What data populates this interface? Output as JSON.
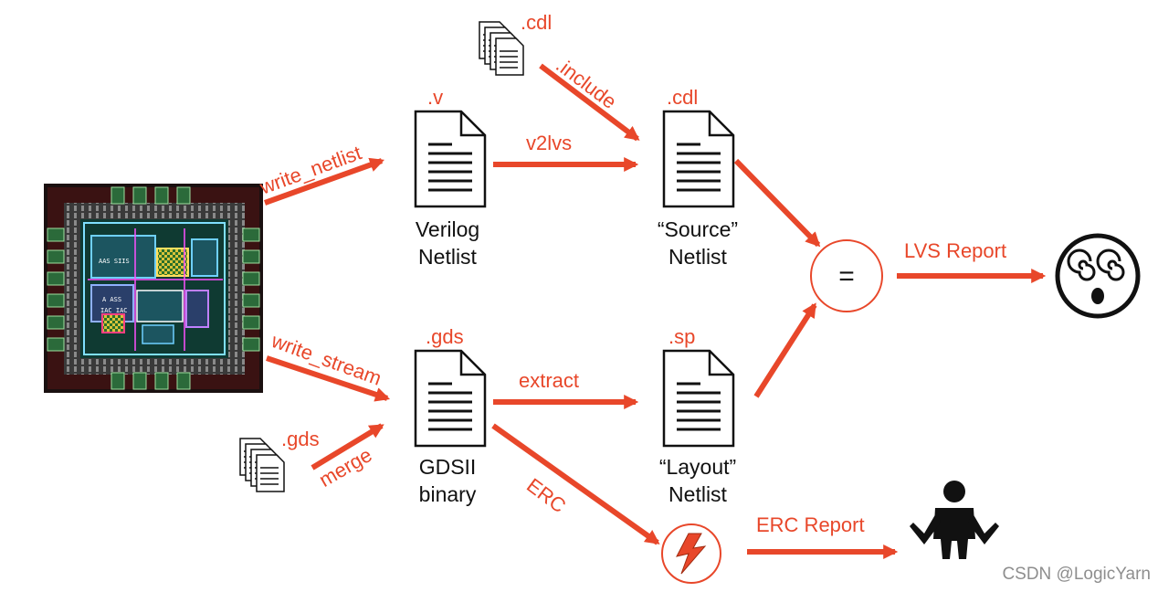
{
  "colors": {
    "accent": "#e8472a",
    "text": "#111111",
    "watermark": "#8e8e8e"
  },
  "icons": {
    "chip": "chip-layout-icon",
    "doc": "document-icon",
    "stack": "document-stack-icon",
    "equals": "equals-circle-icon",
    "bolt": "lightning-bolt-icon",
    "face": "dizzy-face-icon",
    "person": "shrugging-person-icon"
  },
  "labels": {
    "write_netlist": "write_netlist",
    "write_stream": "write_stream",
    "merge": "merge",
    "gds_stack_ext": ".gds",
    "cdl_stack_ext": ".cdl",
    "include": ".include",
    "v2lvs": "v2lvs",
    "extract": "extract",
    "erc": "ERC",
    "lvs_report": "LVS Report",
    "erc_report": "ERC Report",
    "equals": "="
  },
  "nodes": {
    "verilog": {
      "ext": ".v",
      "line1": "Verilog",
      "line2": "Netlist"
    },
    "gds": {
      "ext": ".gds",
      "line1": "GDSII",
      "line2": "binary"
    },
    "source": {
      "ext": ".cdl",
      "line1": "“Source”",
      "line2": "Netlist"
    },
    "layout": {
      "ext": ".sp",
      "line1": "“Layout”",
      "line2": "Netlist"
    }
  },
  "chip_text": [
    "AAS SIIS",
    "A ASS",
    "IAC IAC"
  ],
  "watermark": "CSDN @LogicYarn"
}
